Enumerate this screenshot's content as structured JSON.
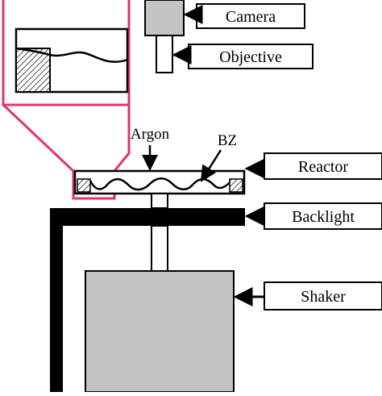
{
  "labels": {
    "camera": "Camera",
    "objective": "Objective",
    "reactor": "Reactor",
    "backlight": "Backlight",
    "shaker": "Shaker",
    "argon": "Argon",
    "bz": "BZ"
  },
  "colors": {
    "zoom_frame": "#e0356b",
    "camera_fill": "#c4c4c4",
    "shaker_fill": "#c4c4c4",
    "line": "#000000",
    "background": "#ffffff"
  }
}
